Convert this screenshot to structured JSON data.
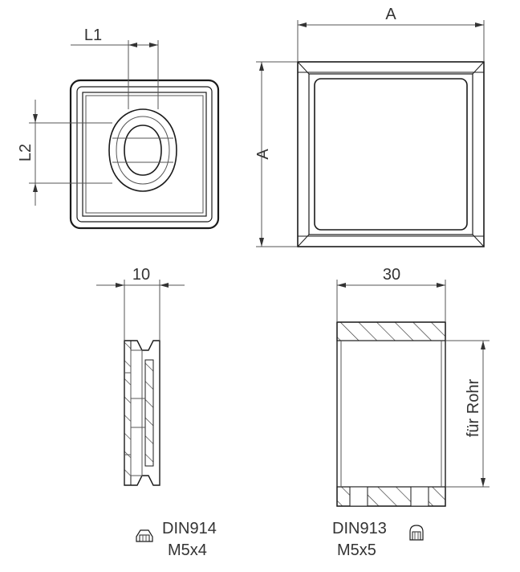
{
  "dimensions": {
    "l1": "L1",
    "l2": "L2",
    "a_top": "A",
    "a_side": "A",
    "ten": "10",
    "thirty": "30",
    "fuer_rohr": "für Rohr"
  },
  "screws": {
    "din914": {
      "standard": "DIN914",
      "size": "M5x4",
      "icon": "set-screw-cone-icon"
    },
    "din913": {
      "standard": "DIN913",
      "size": "M5x5",
      "icon": "set-screw-flat-icon"
    }
  }
}
